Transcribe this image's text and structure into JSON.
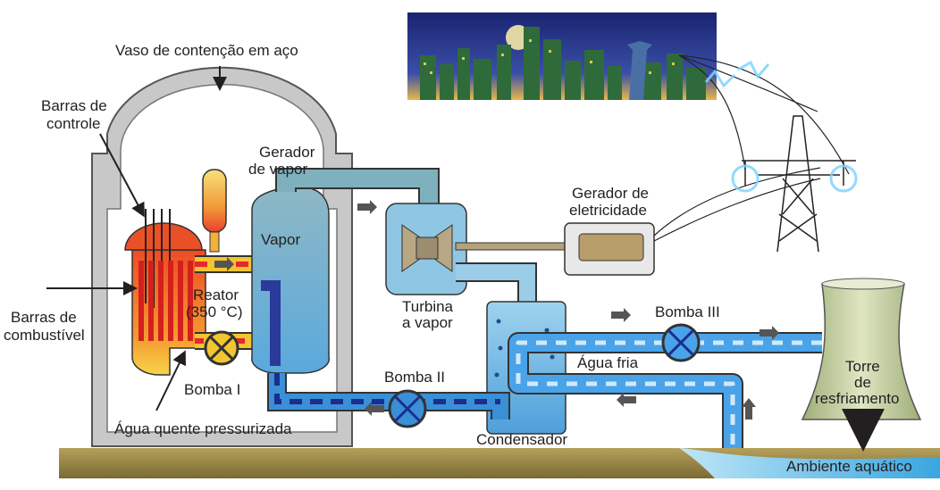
{
  "labels": {
    "containment_vessel": "Vaso de contenção em aço",
    "control_rods_line1": "Barras de",
    "control_rods_line2": "controle",
    "steam_generator_line1": "Gerador",
    "steam_generator_line2": "de vapor",
    "steam": "Vapor",
    "reactor_line1": "Reator",
    "reactor_line2": "(350 °C)",
    "fuel_rods_line1": "Barras de",
    "fuel_rods_line2": "combustível",
    "pump_1": "Bomba I",
    "pressurized_hot_water": "Água quente pressurizada",
    "pump_2": "Bomba II",
    "condenser": "Condensador",
    "turbine_line1": "Turbina",
    "turbine_line2": "a vapor",
    "generator_line1": "Gerador de",
    "generator_line2": "eletricidade",
    "pump_3": "Bomba III",
    "cold_water": "Água fria",
    "tower_line1": "Torre",
    "tower_line2": "de",
    "tower_line3": "resfriamento",
    "aquatic_environment": "Ambiente aquático"
  },
  "colors": {
    "containment": "#c8c8c8",
    "reactor_core": "#ef5a23",
    "hot_water": "#f2c531",
    "hot_water_dash": "#e8262f",
    "steam_pipe": "#7fb0bd",
    "cold_pipe": "#3a8fd6",
    "cold_dash": "#1b2d8f",
    "cooling_tower": "#c6d1a6",
    "ground": "#a08a4a",
    "water": "#5ab6e6",
    "sky": "#2a3a8a"
  }
}
